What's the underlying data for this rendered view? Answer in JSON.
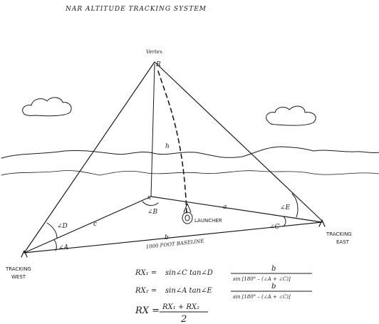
{
  "title": "NAR ALTITUDE TRACKING SYSTEM",
  "points": {
    "apex_top": "Vertex",
    "apex": "R",
    "center": "x",
    "launcher": "LAUNCHER",
    "tracking_west": [
      "TRACKING",
      "WEST"
    ],
    "tracking_east": [
      "TRACKING",
      "EAST"
    ]
  },
  "sides": {
    "left": "c",
    "right": "a",
    "height": "h",
    "baseline": "b"
  },
  "baseline_note": "1000 FOOT BASELINE",
  "angles": {
    "A": "∠A",
    "B": "∠B",
    "C": "∠C",
    "D": "∠D",
    "E": "∠E"
  },
  "equations": {
    "rx1_lhs": "RX₁ =",
    "rx1_trig": "sin∠C tan∠D",
    "rx1_num": "b",
    "rx1_den": "sin [180° – (∠A + ∠C)]",
    "rx2_lhs": "RX₂ =",
    "rx2_trig": "sin∠A tan∠E",
    "rx2_num": "b",
    "rx2_den": "sin [180° – (∠A + ∠C)]",
    "rx_lhs": "RX =",
    "rx_num": "RX₁ + RX₂",
    "rx_den": "2"
  }
}
